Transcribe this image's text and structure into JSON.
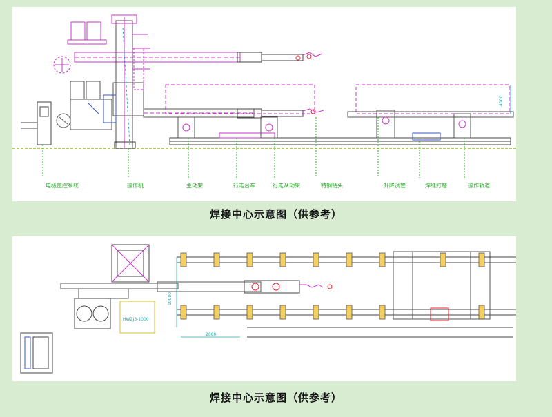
{
  "diagram1": {
    "caption": "焊接中心示意图（供参考）",
    "labels": [
      "电极监控系统",
      "操作机",
      "主动架",
      "行走台车",
      "行走从动架",
      "特钢钻头",
      "升降调管",
      "焊缝打磨",
      "操作轨道"
    ],
    "dimension": "4000"
  },
  "diagram2": {
    "caption": "焊接中心示意图（供参考）",
    "box_label": "HWZJ3-1000",
    "dim_horizontal": "2000",
    "dim_vertical": "10000"
  },
  "colors": {
    "background": "#d8ecd2",
    "magenta": "#cc33cc",
    "gray": "#555555",
    "green": "#22aa22",
    "blue": "#3355cc",
    "teal": "#22aaaa"
  }
}
